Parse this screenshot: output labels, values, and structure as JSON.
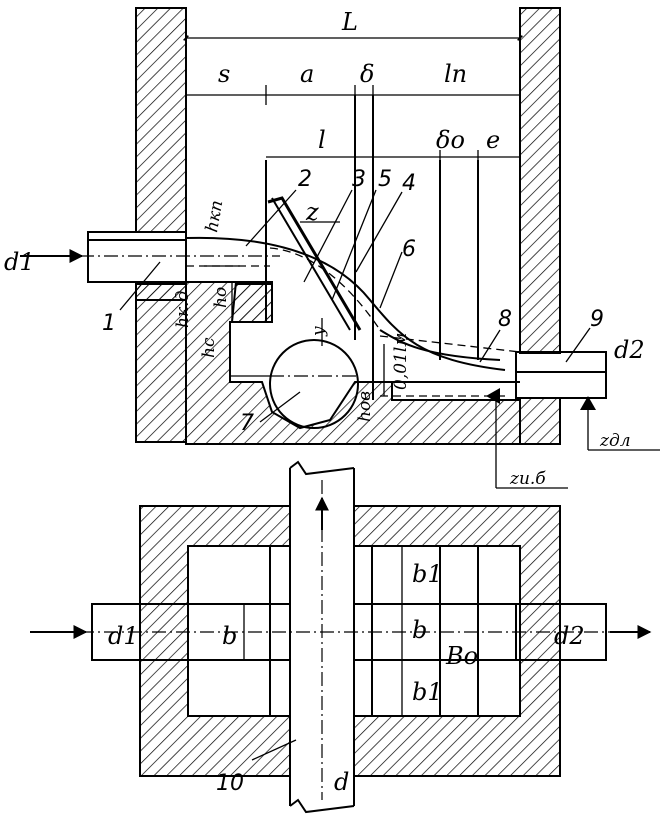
{
  "section_labels": {
    "L": "L",
    "s": "s",
    "a": "a",
    "delta": "δ",
    "l_n": "lп",
    "l": "l",
    "delta_0": "δo",
    "e": "e",
    "z": "z",
    "h_kp": "hкп",
    "h_kd": "hк.д",
    "h_o": "ho",
    "h_c": "hc",
    "y": "y",
    "h_ov": "hов",
    "level_001": "0,01lм",
    "d1": "d1",
    "d2": "d2",
    "z_dl": "zдл",
    "z_ib": "zи.б"
  },
  "part_numbers": [
    "1",
    "2",
    "3",
    "5",
    "4",
    "6",
    "7",
    "8",
    "9"
  ],
  "plan_labels": {
    "d1": "d1",
    "d2": "d2",
    "b_left": "b",
    "b_center": "b",
    "b1_top": "b1",
    "b1_bottom": "b1",
    "B0": "Bo",
    "d": "d",
    "part_10": "10"
  }
}
